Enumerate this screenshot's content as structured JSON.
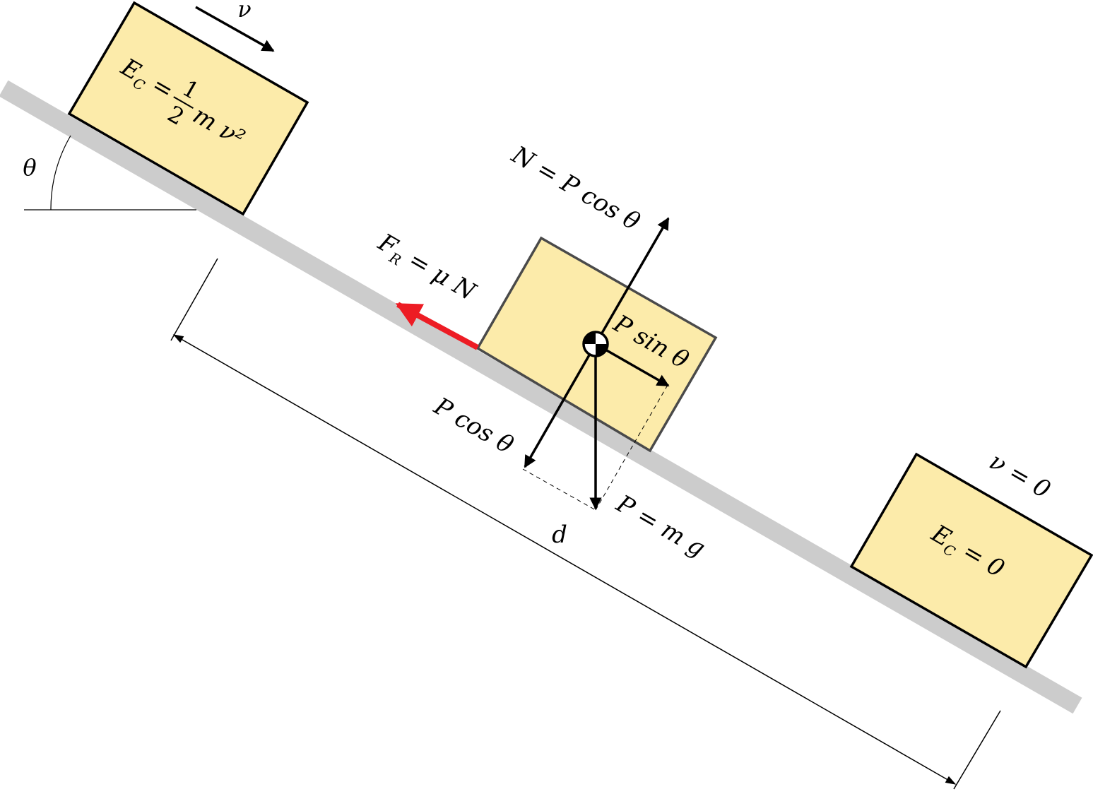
{
  "labels": {
    "v_top": "ν",
    "theta": "θ",
    "ec_top_prefix": "E",
    "ec_top_sub": "C",
    "ec_top_eq": "=",
    "ec_top_num": "1",
    "ec_top_den": "2",
    "ec_top_rest": "m ν²",
    "normal": "N = P cos θ",
    "friction_main": "F",
    "friction_sub": "R",
    "friction_rest": " = μ N",
    "p_sin": "P sin θ",
    "p_cos": "P cos θ",
    "weight": "P = m g",
    "distance": "d",
    "v_zero": "ν = 0",
    "ec_bottom_prefix": "E",
    "ec_bottom_sub": "C",
    "ec_bottom_rest": " = 0"
  },
  "colors": {
    "block_fill": "#fcebaa",
    "incline": "#cccccc",
    "friction": "#ed1c24",
    "ink": "#000000"
  }
}
